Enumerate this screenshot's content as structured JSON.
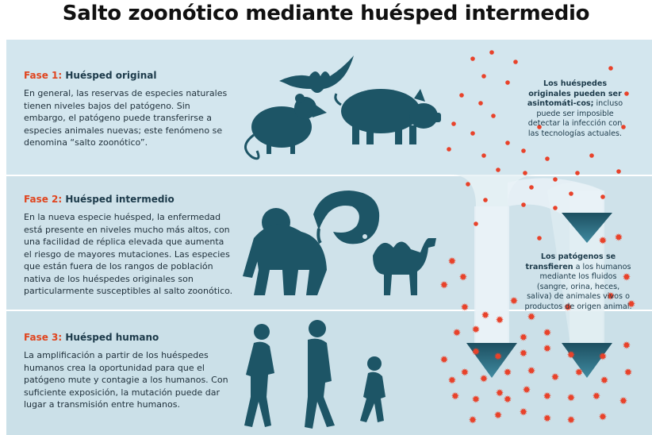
{
  "title": "Salto zoonótico mediante huésped intermedio",
  "phases": [
    {
      "num": "Fase 1:",
      "name": "Huésped original",
      "text": "En general, las reservas de especies naturales tienen niveles bajos del patógeno. Sin embargo, el patógeno puede transferirse a especies animales nuevas; este fenómeno se denomina “salto zoonótico”."
    },
    {
      "num": "Fase 2:",
      "name": "Huésped intermedio",
      "text": "En la nueva especie huésped, la enfermedad está presente en niveles mucho más altos, con una facilidad de réplica elevada que aumenta el riesgo de mayores mutaciones. Las especies que están fuera de los rangos de población nativa de los huéspedes originales son particularmente susceptibles al salto zoonótico."
    },
    {
      "num": "Fase 3:",
      "name": "Huésped humano",
      "text": "La amplificación a partir de los huéspedes humanos crea la oportunidad para que el patógeno mute y contagie a los humanos. Con suficiente exposición, la mutación puede dar lugar a transmisión entre humanos."
    }
  ],
  "notes": {
    "n1_bold": "Los huéspedes originales pueden ser asintomáti-cos;",
    "n1_rest": " incluso puede ser imposible detectar la infección con las tecnologías actuales.",
    "n2_bold": "Los patógenos se transfieren",
    "n2_rest": " a los humanos mediante los fluidos (sangre, orina, heces, saliva) de animales vivos o productos de origen animal."
  },
  "icons": [
    "bat-icon",
    "rat-icon",
    "pig-icon",
    "pangolin-icon",
    "gorilla-icon",
    "camel-icon",
    "woman-icon",
    "man-icon",
    "child-icon"
  ],
  "colors": {
    "accent": "#e0451f",
    "silhouette": "#1d5566",
    "band": "#d3e6ee",
    "pathogen": "#e8422a"
  }
}
